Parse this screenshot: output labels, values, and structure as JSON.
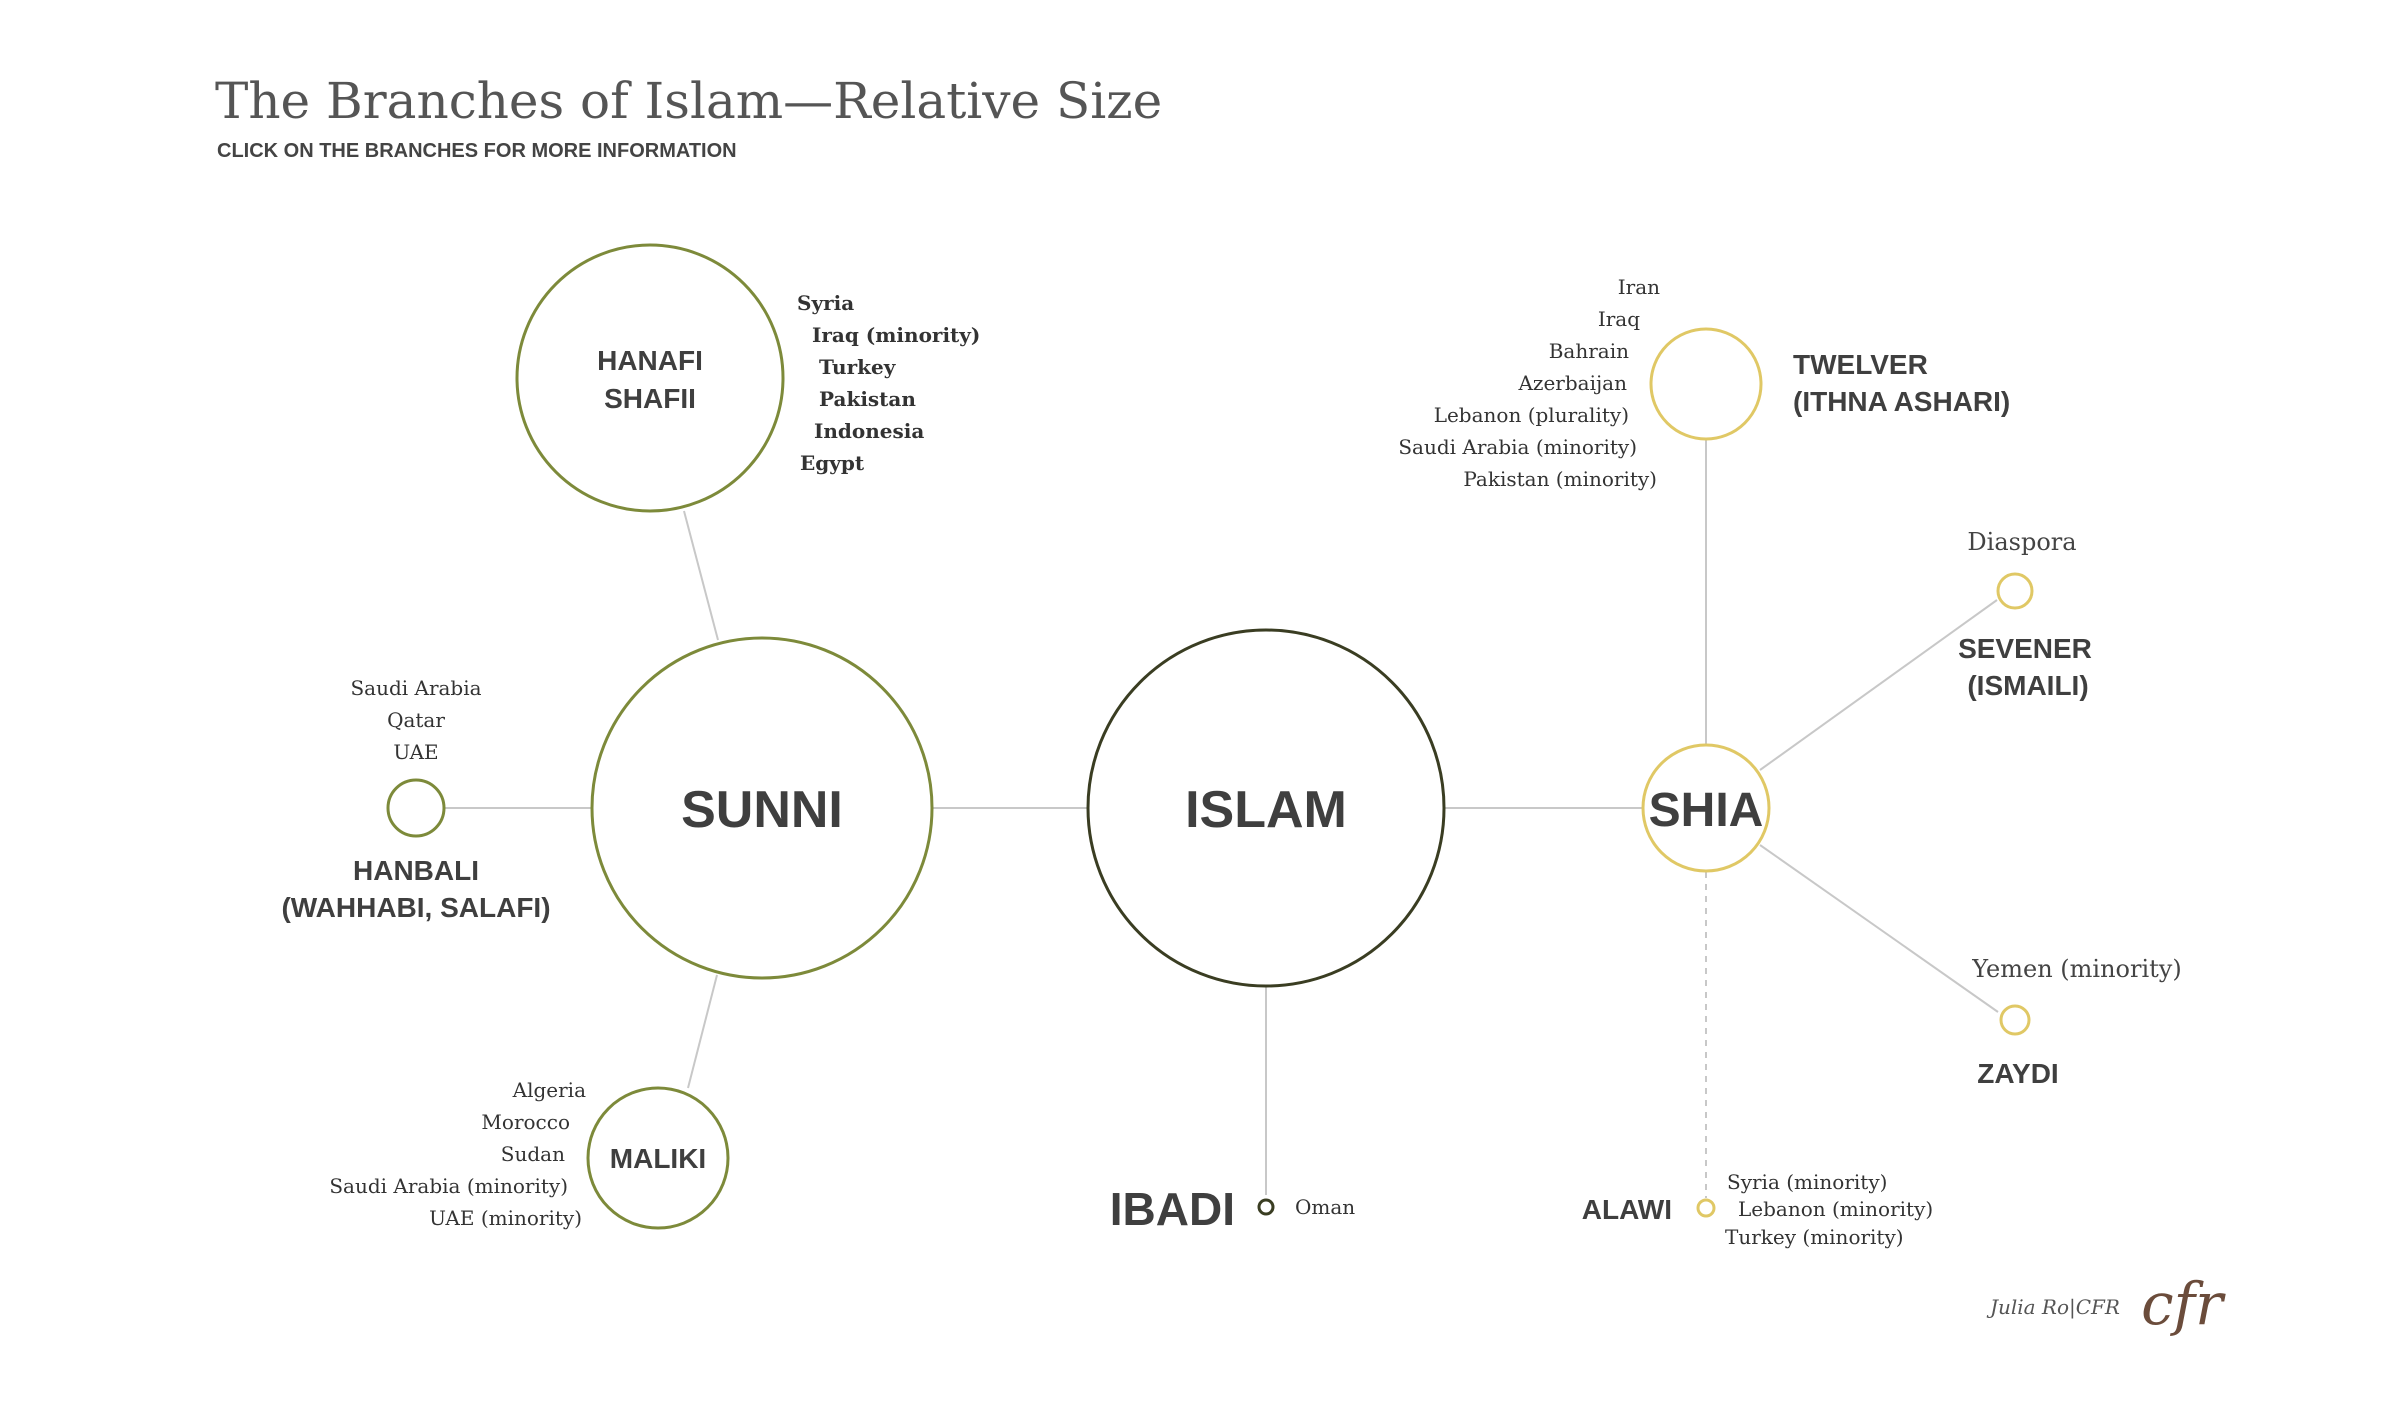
{
  "header": {
    "title": "The Branches of Islam—Relative Size",
    "subtitle": "CLICK ON THE BRANCHES FOR MORE INFORMATION"
  },
  "colors": {
    "sunni": "#7d8a3a",
    "islam": "#3a3d22",
    "shia": "#e0c865",
    "connector": "#c8c8c8"
  },
  "nodes": {
    "islam": {
      "label": "ISLAM"
    },
    "sunni": {
      "label": "SUNNI"
    },
    "shia": {
      "label": "SHIA"
    },
    "hanafi": {
      "label_lines": [
        "HANAFI",
        "SHAFII"
      ],
      "countries": [
        "Syria",
        "Iraq (minority)",
        "Turkey",
        "Pakistan",
        "Indonesia",
        "Egypt"
      ]
    },
    "hanbali": {
      "label_lines": [
        "HANBALI",
        "(WAHHABI, SALAFI)"
      ],
      "countries": [
        "Saudi Arabia",
        "Qatar",
        "UAE"
      ]
    },
    "maliki": {
      "label": "MALIKI",
      "countries": [
        "Algeria",
        "Morocco",
        "Sudan",
        "Saudi Arabia (minority)",
        "UAE (minority)"
      ]
    },
    "ibadi": {
      "label": "IBADI",
      "countries": [
        "Oman"
      ]
    },
    "twelver": {
      "label_lines": [
        "TWELVER",
        "(ITHNA ASHARI)"
      ],
      "countries": [
        "Iran",
        "Iraq",
        "Bahrain",
        "Azerbaijan",
        "Lebanon (plurality)",
        "Saudi Arabia (minority)",
        "Pakistan (minority)"
      ]
    },
    "sevener": {
      "label_lines": [
        "SEVENER",
        "(ISMAILI)"
      ],
      "region": "Diaspora"
    },
    "zaydi": {
      "label": "ZAYDI",
      "region": "Yemen (minority)"
    },
    "alawi": {
      "label": "ALAWI",
      "countries": [
        "Syria (minority)",
        "Lebanon (minority)",
        "Turkey (minority)"
      ]
    }
  },
  "footer": {
    "credit": "Julia Ro|CFR",
    "logo": "cfr"
  }
}
